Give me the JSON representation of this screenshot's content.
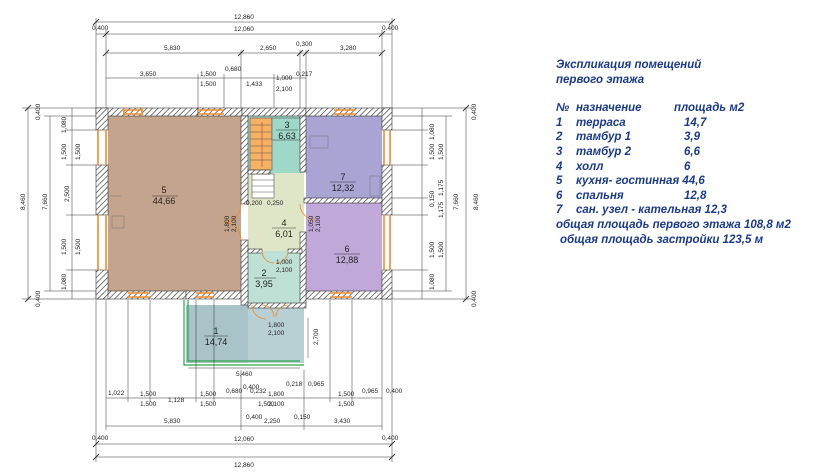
{
  "dimensions": {
    "top": {
      "overall": "12,860",
      "inner": "12,060",
      "outer_left": "0,400",
      "outer_right": "0,400",
      "row1": [
        "5,830",
        "2,650",
        "0,300",
        "3,280"
      ],
      "row2": [
        "3,650",
        "1,500",
        "0,680",
        "1,433",
        "1,000",
        "0,217"
      ],
      "row2_sub": [
        "1,500",
        "2,100"
      ]
    },
    "bottom": {
      "overall": "12,860",
      "inner": "12,060",
      "outer_left": "0,400",
      "outer_right": "0,400",
      "row1": [
        "5,830",
        "2,250",
        "3,430"
      ],
      "row0": [
        "0,400",
        "0,150"
      ],
      "row2": [
        "1,022",
        "1,500",
        "1,128",
        "1,500",
        "0,680",
        "0,232",
        "1,800",
        "0,218",
        "0,965",
        "1,500",
        "0,965",
        "0,400"
      ],
      "row2_sub": [
        "1,500",
        "1,500",
        "1,500",
        "2,100",
        "1,500"
      ],
      "porch": [
        "5,460",
        "0,400"
      ]
    },
    "left": {
      "overall": "8,460",
      "inner": "7,660",
      "segments": [
        "0,400",
        "1,080",
        "1,500",
        "2,500",
        "1,500",
        "1,080",
        "0,400"
      ],
      "segments_b": [
        "1,500",
        "1,500"
      ]
    },
    "right": {
      "overall": "8,460",
      "inner": "7,660",
      "segments": [
        "0,400",
        "1,080",
        "1,500",
        "0,150",
        "1,500",
        "1,080",
        "0,400"
      ],
      "segments_b": [
        "1,500",
        "1,175",
        "1,175",
        "1,500"
      ]
    },
    "interior": {
      "door_left_w": "1,800",
      "door_left_h": "2,100",
      "door_right_w": "1,050",
      "door_right_h": "2,100",
      "door_hall_w": "1,000",
      "door_hall_h": "2,100",
      "door_t2_w": "1,800",
      "door_t2_h": "2,100",
      "stair_w": "0,200",
      "stair_h": "0,250",
      "vestibule_h": "2,700"
    }
  },
  "rooms": [
    {
      "number": "1",
      "area": "14,74"
    },
    {
      "number": "2",
      "area": "3,95"
    },
    {
      "number": "3",
      "area": "6,63"
    },
    {
      "number": "4",
      "area": "6,01"
    },
    {
      "number": "5",
      "area": "44,66"
    },
    {
      "number": "6",
      "area": "12,88"
    },
    {
      "number": "7",
      "area": "12,32"
    }
  ],
  "explication": {
    "title_line1": "Экспликация помещений",
    "title_line2": "первого этажа",
    "header_num": "№",
    "header_name": "назначение",
    "header_area": "площадь м2",
    "rows": [
      {
        "num": "1",
        "name": "терраса",
        "area": "14,7"
      },
      {
        "num": "2",
        "name": "тамбур 1",
        "area": "3,9"
      },
      {
        "num": "3",
        "name": "тамбур 2",
        "area": "6,6"
      },
      {
        "num": "4",
        "name": "холл",
        "area": "6"
      },
      {
        "num": "5",
        "name": "кухня- гостинная 44,6",
        "area": ""
      },
      {
        "num": "6",
        "name": "спальня",
        "area": "12,8"
      },
      {
        "num": "7",
        "name": "сан. узел - кательная 12,3",
        "area": ""
      }
    ],
    "total_floor": "общая площадь первого этажа 108,8 м2",
    "total_build": "общая площадь застройки 123,5 м"
  },
  "colors": {
    "room5": "#c4a48c",
    "room7": "#a8a4d4",
    "room6": "#c0a8d8",
    "hall": "#dfe6c8",
    "vestibule3": "#9fd8c8",
    "terrace": "#a9c4c9",
    "vestibule2": "#bfe0d4",
    "legend_text": "#1a3a8a",
    "wall_hatch": "#555555",
    "window": "#f28b2c"
  }
}
